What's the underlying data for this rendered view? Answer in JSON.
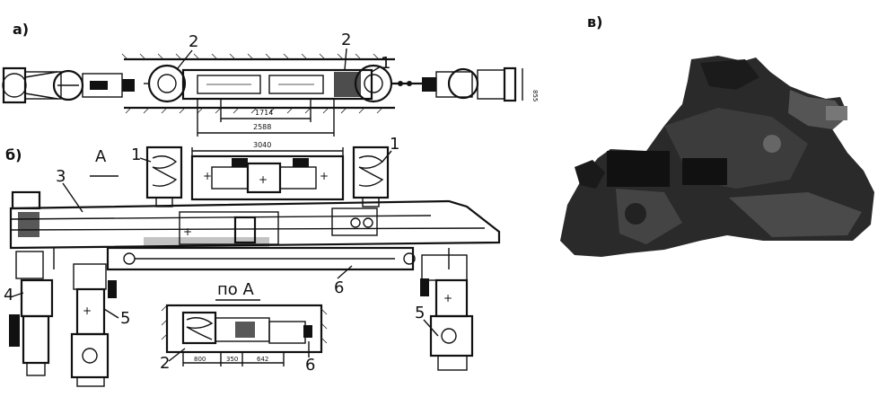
{
  "figure": {
    "panel_labels": {
      "a": "а)",
      "b": "б)",
      "v": "в)"
    },
    "view_label": "А",
    "section_label": "по А",
    "callouts": [
      "1",
      "2",
      "3",
      "4",
      "5",
      "6"
    ],
    "dimensions": {
      "a_inner": "1714",
      "a_outer": "2588",
      "a_side": "855",
      "b_top": "3040",
      "sect_1": "800",
      "sect_2": "350",
      "sect_3": "642"
    }
  }
}
